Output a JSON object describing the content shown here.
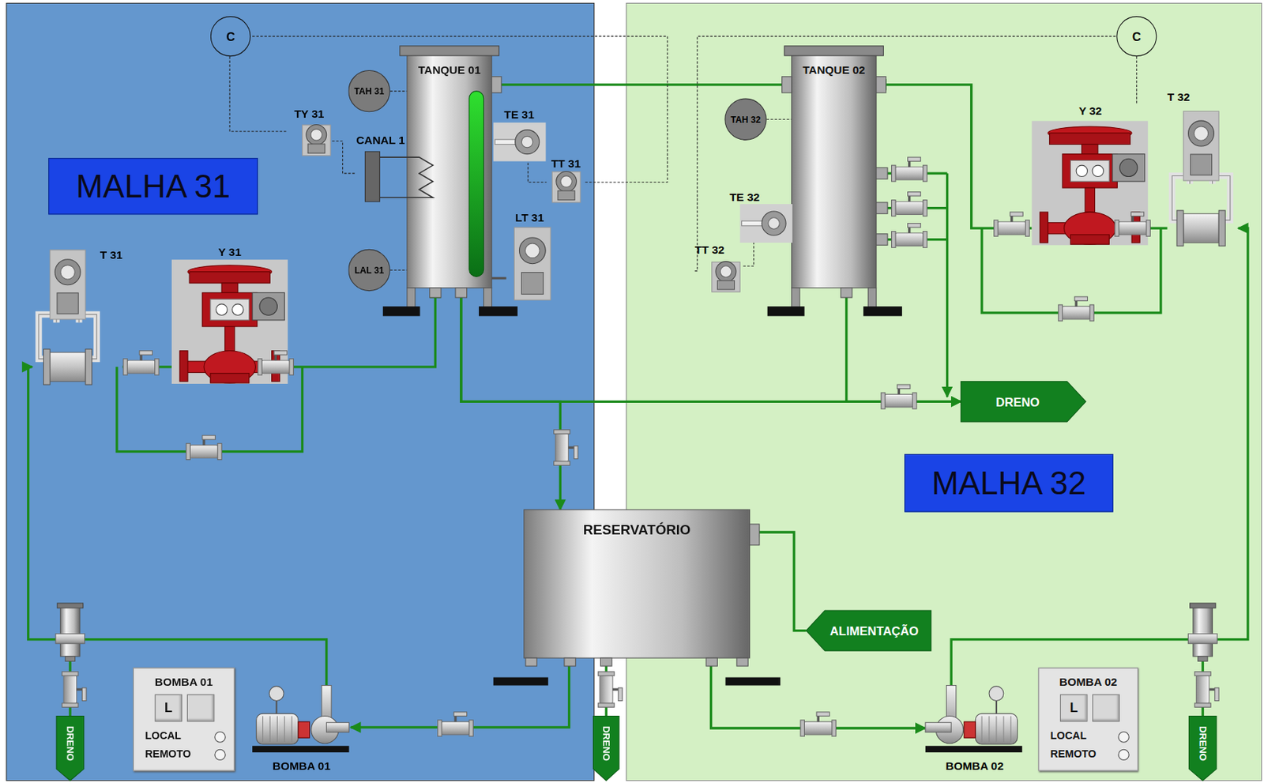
{
  "diagram": {
    "nodes": [
      {
        "text": [
          "MALHA 31"
        ]
      },
      {
        "text": [
          "MALHA 32"
        ]
      },
      {
        "text": [
          "TANQUE 01"
        ]
      },
      {
        "text": [
          "TANQUE 02"
        ]
      },
      {
        "text": [
          "RESERVATÓRIO"
        ]
      },
      {
        "text": [
          "TAH 31"
        ]
      },
      {
        "text": [
          "LAL 31"
        ]
      },
      {
        "text": [
          "TAH 32"
        ]
      },
      {
        "text": [
          "C"
        ]
      },
      {
        "text": [
          "C"
        ]
      },
      {
        "text": [
          "ALIMENTAÇÃO"
        ]
      },
      {
        "text": [
          "DRENO"
        ]
      },
      {
        "text": [
          "DRENO"
        ]
      },
      {
        "text": [
          "DRENO"
        ]
      },
      {
        "text": [
          "DRENO"
        ]
      },
      {
        "text": [
          "BOMBA 01",
          "L",
          "LOCAL",
          "REMOTO"
        ]
      },
      {
        "text": [
          "BOMBA 02",
          "L",
          "LOCAL",
          "REMOTO"
        ]
      },
      {
        "text": [
          "TY 31"
        ]
      },
      {
        "text": [
          "CANAL 1"
        ]
      },
      {
        "text": [
          "TE 31"
        ]
      },
      {
        "text": [
          "TT 31"
        ]
      },
      {
        "text": [
          "LT 31"
        ]
      },
      {
        "text": [
          "T 31"
        ]
      },
      {
        "text": [
          "Y 31"
        ]
      },
      {
        "text": [
          "Y 32"
        ]
      },
      {
        "text": [
          "T 32"
        ]
      },
      {
        "text": [
          "TE 32"
        ]
      },
      {
        "text": [
          "TT 32"
        ]
      },
      {
        "text": [
          "BOMBA 01"
        ]
      },
      {
        "text": [
          "BOMBA 02"
        ]
      }
    ],
    "edges": [
      {
        "from": 2,
        "to": 3,
        "arrow": "to"
      },
      {
        "from": 2,
        "to": 4,
        "arrow": "to"
      },
      {
        "from": 2,
        "to": 11,
        "arrow": "to"
      },
      {
        "from": 3,
        "to": 11,
        "arrow": "to"
      },
      {
        "from": 4,
        "to": 28,
        "arrow": "to"
      },
      {
        "from": 28,
        "to": 22,
        "arrow": "to"
      },
      {
        "from": 22,
        "to": 23,
        "arrow": "none"
      },
      {
        "from": 23,
        "to": 2,
        "arrow": "to"
      },
      {
        "from": 10,
        "to": 4,
        "arrow": "to"
      },
      {
        "from": 4,
        "to": 29,
        "arrow": "to"
      },
      {
        "from": 29,
        "to": 25,
        "arrow": "to"
      },
      {
        "from": 25,
        "to": 24,
        "arrow": "none"
      },
      {
        "from": 24,
        "to": 3,
        "arrow": "to"
      },
      {
        "from": 4,
        "to": 13,
        "arrow": "none"
      },
      {
        "from": 20,
        "to": 8,
        "arrow": "none"
      },
      {
        "from": 8,
        "to": 17,
        "arrow": "none"
      },
      {
        "from": 17,
        "to": 18,
        "arrow": "none"
      },
      {
        "from": 27,
        "to": 9,
        "arrow": "none"
      },
      {
        "from": 9,
        "to": 24,
        "arrow": "none"
      },
      {
        "from": 19,
        "to": 20,
        "arrow": "none"
      },
      {
        "from": 26,
        "to": 27,
        "arrow": "none"
      },
      {
        "from": 5,
        "to": 2,
        "arrow": "none"
      },
      {
        "from": 6,
        "to": 2,
        "arrow": "none"
      },
      {
        "from": 7,
        "to": 3,
        "arrow": "none"
      },
      {
        "from": 21,
        "to": 2,
        "arrow": "none"
      }
    ]
  }
}
